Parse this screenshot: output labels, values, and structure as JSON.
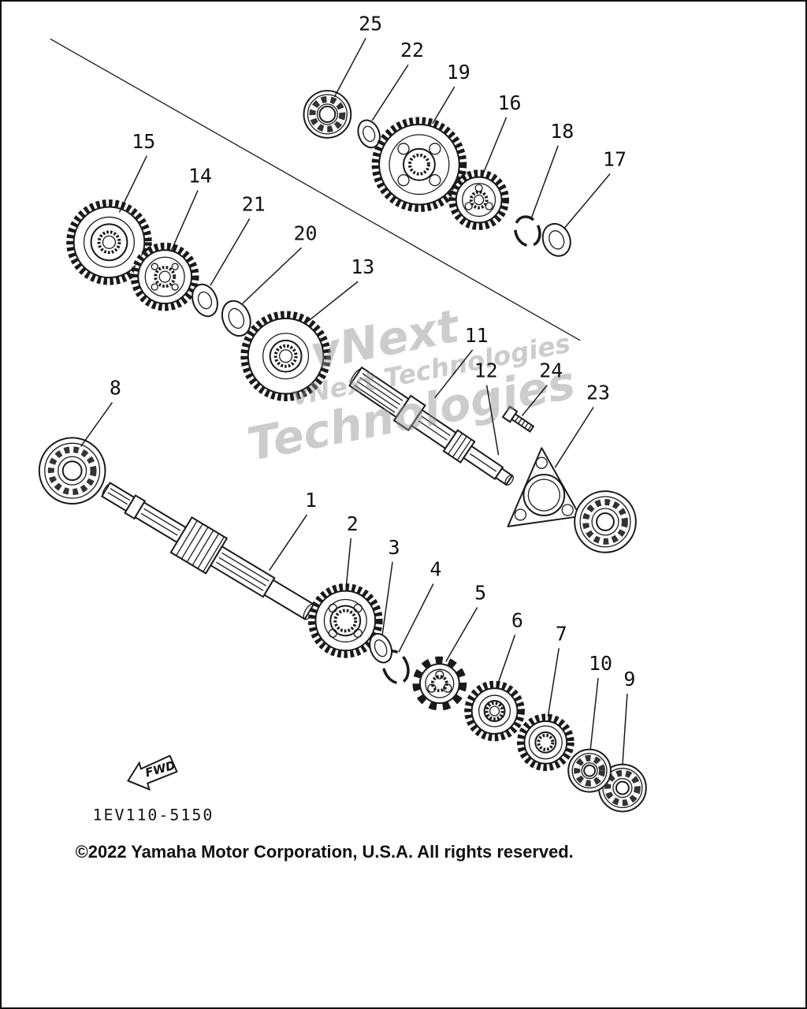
{
  "watermark": {
    "word1": "vNext",
    "word2": "Technologies",
    "text": "vNext Technologies"
  },
  "fwd": {
    "label": "FWD"
  },
  "footer": {
    "part_code": "1EV110-5150",
    "copyright": "©2022 Yamaha Motor Corporation, U.S.A. All rights reserved."
  },
  "callouts": {
    "c1": "1",
    "c2": "2",
    "c3": "3",
    "c4": "4",
    "c5": "5",
    "c6": "6",
    "c7": "7",
    "c8": "8",
    "c9": "9",
    "c10": "10",
    "c11": "11",
    "c12": "12",
    "c13": "13",
    "c14": "14",
    "c15": "15",
    "c16": "16",
    "c17": "17",
    "c18": "18",
    "c19": "19",
    "c20": "20",
    "c21": "21",
    "c22": "22",
    "c23": "23",
    "c24": "24",
    "c25": "25"
  },
  "colors": {
    "line": "#1a1a1a",
    "background": "#ffffff",
    "watermark": "#8f8f8f"
  }
}
